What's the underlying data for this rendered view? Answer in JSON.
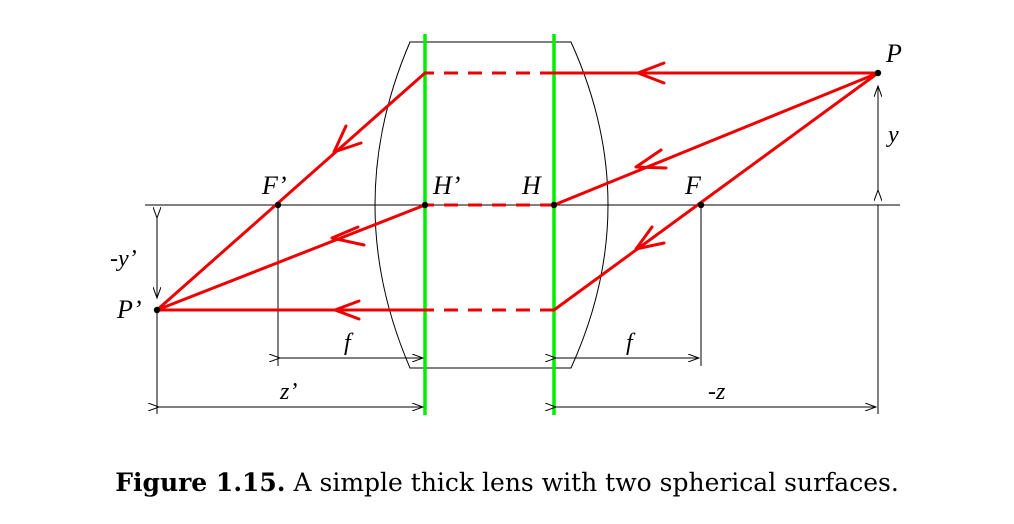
{
  "labels": {
    "P": "P",
    "y": "y",
    "H_prime": "H’",
    "H": "H",
    "F_prime": "F’",
    "F": "F",
    "neg_y_prime": "-y’",
    "P_prime": "P’",
    "f_left": "f",
    "f_right": "f",
    "z_prime": "z’",
    "neg_z": "-z"
  },
  "caption": {
    "label": "Figure 1.15.",
    "text": "A simple thick lens with two spherical surfaces."
  },
  "colors": {
    "ray": "#ee0000",
    "principal_plane": "#00ee00",
    "outline": "#000000"
  }
}
